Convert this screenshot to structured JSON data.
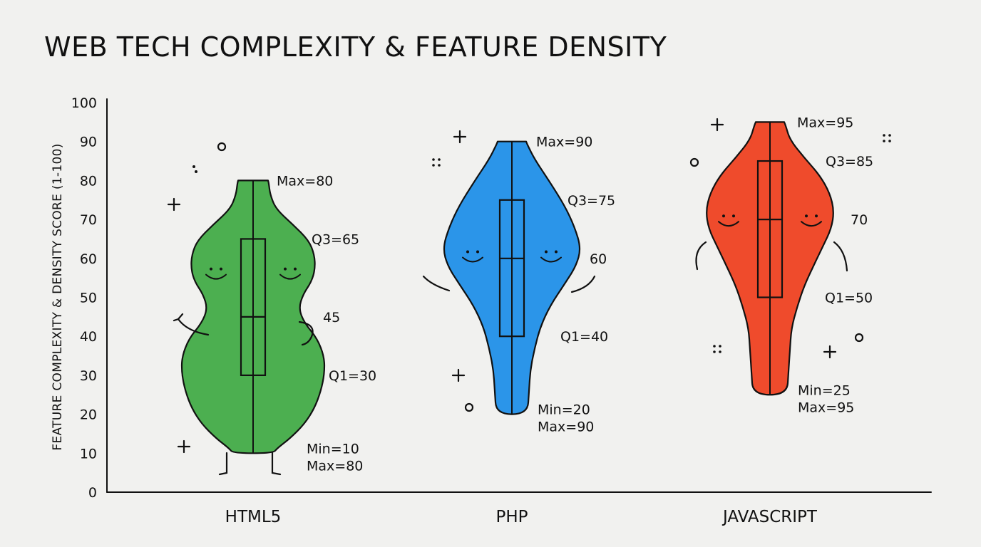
{
  "chart_data": {
    "type": "violin",
    "title": "WEB TECH COMPLEXITY & FEATURE DENSITY",
    "ylabel": "FEATURE COMPLEXITY & DENSITY SCORE (1-100)",
    "xlabel": "",
    "ylim": [
      0,
      100
    ],
    "yticks": [
      0,
      10,
      20,
      30,
      40,
      50,
      60,
      70,
      80,
      90,
      100
    ],
    "grid": false,
    "categories": [
      "HTML5",
      "PHP",
      "JAVASCRIPT"
    ],
    "series": [
      {
        "category": "HTML5",
        "color": "#4caf50",
        "min": 10,
        "q1": 30,
        "median": 45,
        "q3": 65,
        "max": 80,
        "labels": {
          "max": "Max=80",
          "q3": "Q3=65",
          "median": "45",
          "q1": "Q1=30",
          "min": "Min=10",
          "range_max": "Max=80"
        }
      },
      {
        "category": "PHP",
        "color": "#2b95e9",
        "min": 20,
        "q1": 40,
        "median": 60,
        "q3": 75,
        "max": 90,
        "labels": {
          "max": "Max=90",
          "q3": "Q3=75",
          "median": "60",
          "q1": "Q1=40",
          "min": "Min=20",
          "range_max": "Max=90"
        }
      },
      {
        "category": "JAVASCRIPT",
        "color": "#ef4b2c",
        "min": 25,
        "q1": 50,
        "median": 70,
        "q3": 85,
        "max": 95,
        "labels": {
          "max": "Max=95",
          "q3": "Q3=85",
          "median": "70",
          "q1": "Q1=50",
          "min": "Min=25",
          "range_max": "Max=95"
        }
      }
    ]
  }
}
